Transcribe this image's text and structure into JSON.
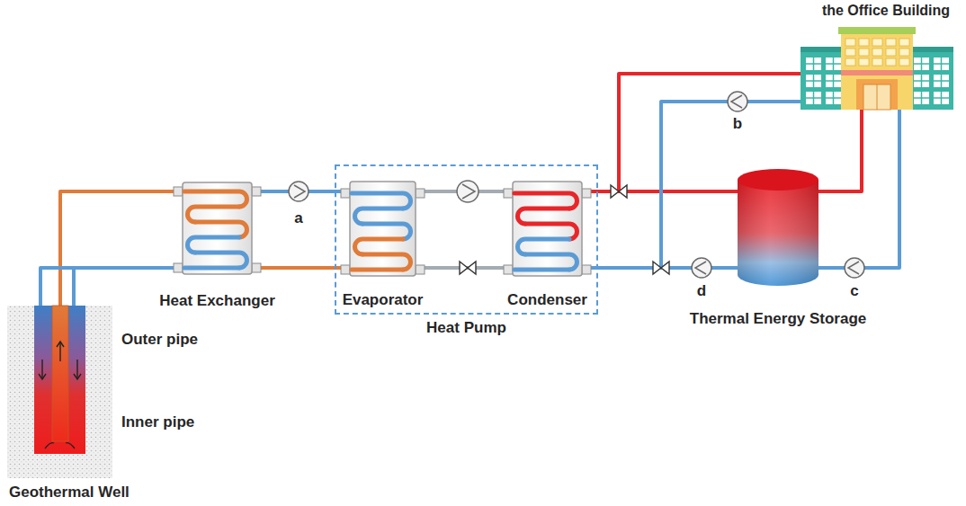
{
  "diagram": {
    "nodes": [
      {
        "text": [
          "the Office Building"
        ]
      },
      {
        "text": [
          "Heat Pump"
        ]
      },
      {
        "text": [
          "Heat Exchanger"
        ]
      },
      {
        "text": [
          "Evaporator"
        ],
        "in": 1
      },
      {
        "text": [
          "Condenser"
        ],
        "in": 1
      },
      {
        "text": [
          "Thermal Energy Storage"
        ]
      },
      {
        "text": [
          "Geothermal Well"
        ]
      }
    ],
    "edges": [
      {
        "from": 6,
        "to": 2,
        "arrow": "none"
      },
      {
        "from": 2,
        "to": 6,
        "arrow": "none"
      },
      {
        "from": 2,
        "to": 3,
        "arrow": "none"
      },
      {
        "from": 3,
        "to": 2,
        "arrow": "none"
      },
      {
        "from": 3,
        "to": 4,
        "arrow": "none"
      },
      {
        "from": 4,
        "to": 3,
        "arrow": "none"
      },
      {
        "from": 4,
        "to": 0,
        "arrow": "none"
      },
      {
        "from": 4,
        "to": 5,
        "arrow": "none"
      },
      {
        "from": 5,
        "to": 0,
        "arrow": "none"
      },
      {
        "from": 0,
        "to": 4,
        "arrow": "none"
      },
      {
        "from": 5,
        "to": 4,
        "arrow": "none"
      },
      {
        "from": 0,
        "to": 5,
        "arrow": "none"
      }
    ],
    "labels": [
      "a",
      "b",
      "c",
      "d",
      "Outer pipe",
      "Inner pipe"
    ]
  }
}
